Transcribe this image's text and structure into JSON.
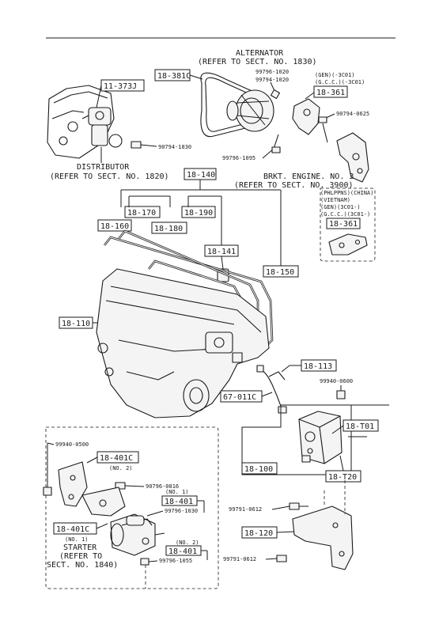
{
  "alternator": {
    "title": "ALTERNATOR",
    "ref": "(REFER TO SECT. NO. 1830)",
    "bolt1": "99796-1020",
    "bolt2": "99794-1020",
    "gen1": "(GEN)(-3C01)",
    "gcc1": "(G.C.C.)(-3C01)",
    "part_381c": "18-381C",
    "part_361": "18-361",
    "bolt3": "90794-0625",
    "bolt4": "99796-1095"
  },
  "distributor": {
    "part": "11-373J",
    "bolt": "90794-1830",
    "title": "DISTRIBUTOR",
    "ref": "(REFER TO SECT. NO. 1820)"
  },
  "bracket": {
    "title": "BRKT. ENGINE. NO. 3",
    "ref": "(REFER TO SECT. NO. 3900)",
    "inset_l1": "(PHLPPNS)(CHINA)",
    "inset_l2": "(VIETNAM)",
    "inset_l3": "(GEN)(3C01-)",
    "inset_l4": "(G.C.C.)(3C01-)",
    "inset_part": "18-361"
  },
  "wires": {
    "p140": "18-140",
    "p170": "18-170",
    "p190": "18-190",
    "p160": "18-160",
    "p180": "18-180",
    "p141": "18-141",
    "p150": "18-150",
    "p110": "18-110",
    "p113": "18-113",
    "p67": "67-011C",
    "b0600": "99940-0600"
  },
  "coil": {
    "pt01": "18-T01",
    "p100": "18-100",
    "pt20": "18-T20"
  },
  "lower": {
    "b0612a": "99791-0612",
    "p120": "18-120",
    "b0612b": "99791-0612"
  },
  "starter": {
    "b0500": "99940-0500",
    "p401c_a": "18-401C",
    "no2a": "(NO. 2)",
    "b0816": "90796-0816",
    "no1a": "(NO. 1)",
    "p401a": "18-401",
    "b1030": "99796-1030",
    "p401c_b": "18-401C",
    "no1b": "(NO. 1)",
    "no2b": "(NO. 2)",
    "p401b": "18-401",
    "b1055": "99796-1055",
    "title": "STARTER",
    "ref1": "(REFER TO",
    "ref2": "SECT. NO. 1840)"
  }
}
